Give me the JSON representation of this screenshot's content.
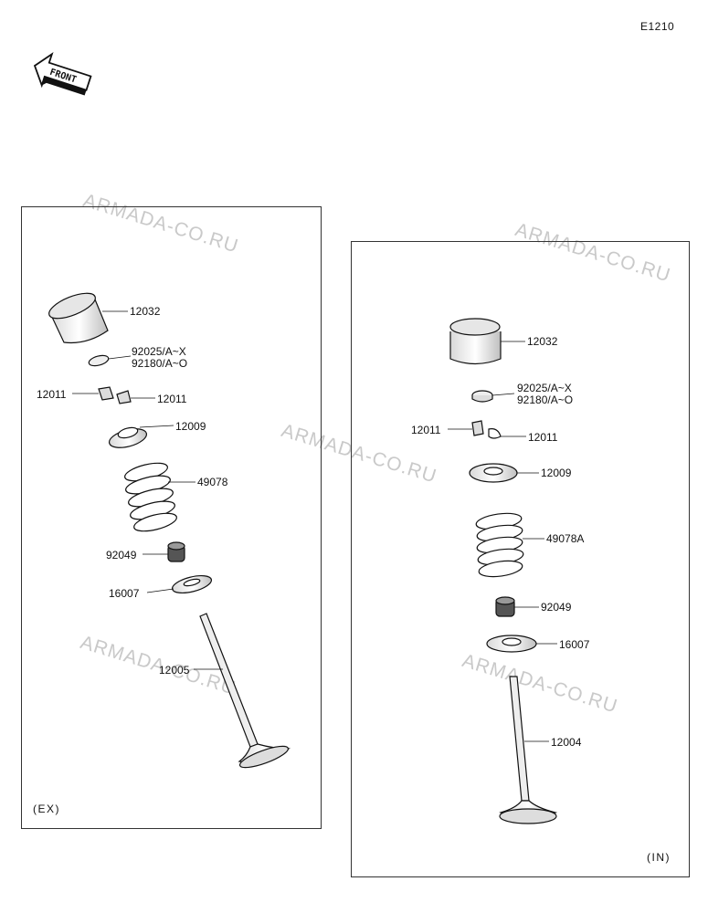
{
  "diagram_code": "E1210",
  "front_label": "FRONT",
  "watermarks": [
    "ARMADA-CO.RU",
    "ARMADA-CO.RU",
    "ARMADA-CO.RU",
    "ARMADA-CO.RU",
    "ARMADA-CO.RU"
  ],
  "exhaust": {
    "tag": "(EX)",
    "labels": {
      "tappet": "12032",
      "shim": "92025/A~X",
      "shim2": "92180/A~O",
      "cotter_left": "12011",
      "cotter_right": "12011",
      "retainer": "12009",
      "spring": "49078",
      "seal": "92049",
      "spring_seat": "16007",
      "valve": "12005"
    }
  },
  "intake": {
    "tag": "(IN)",
    "labels": {
      "tappet": "12032",
      "shim": "92025/A~X",
      "shim2": "92180/A~O",
      "cotter_left": "12011",
      "cotter_right": "12011",
      "retainer": "12009",
      "spring": "49078A",
      "seal": "92049",
      "spring_seat": "16007",
      "valve": "12004"
    }
  }
}
